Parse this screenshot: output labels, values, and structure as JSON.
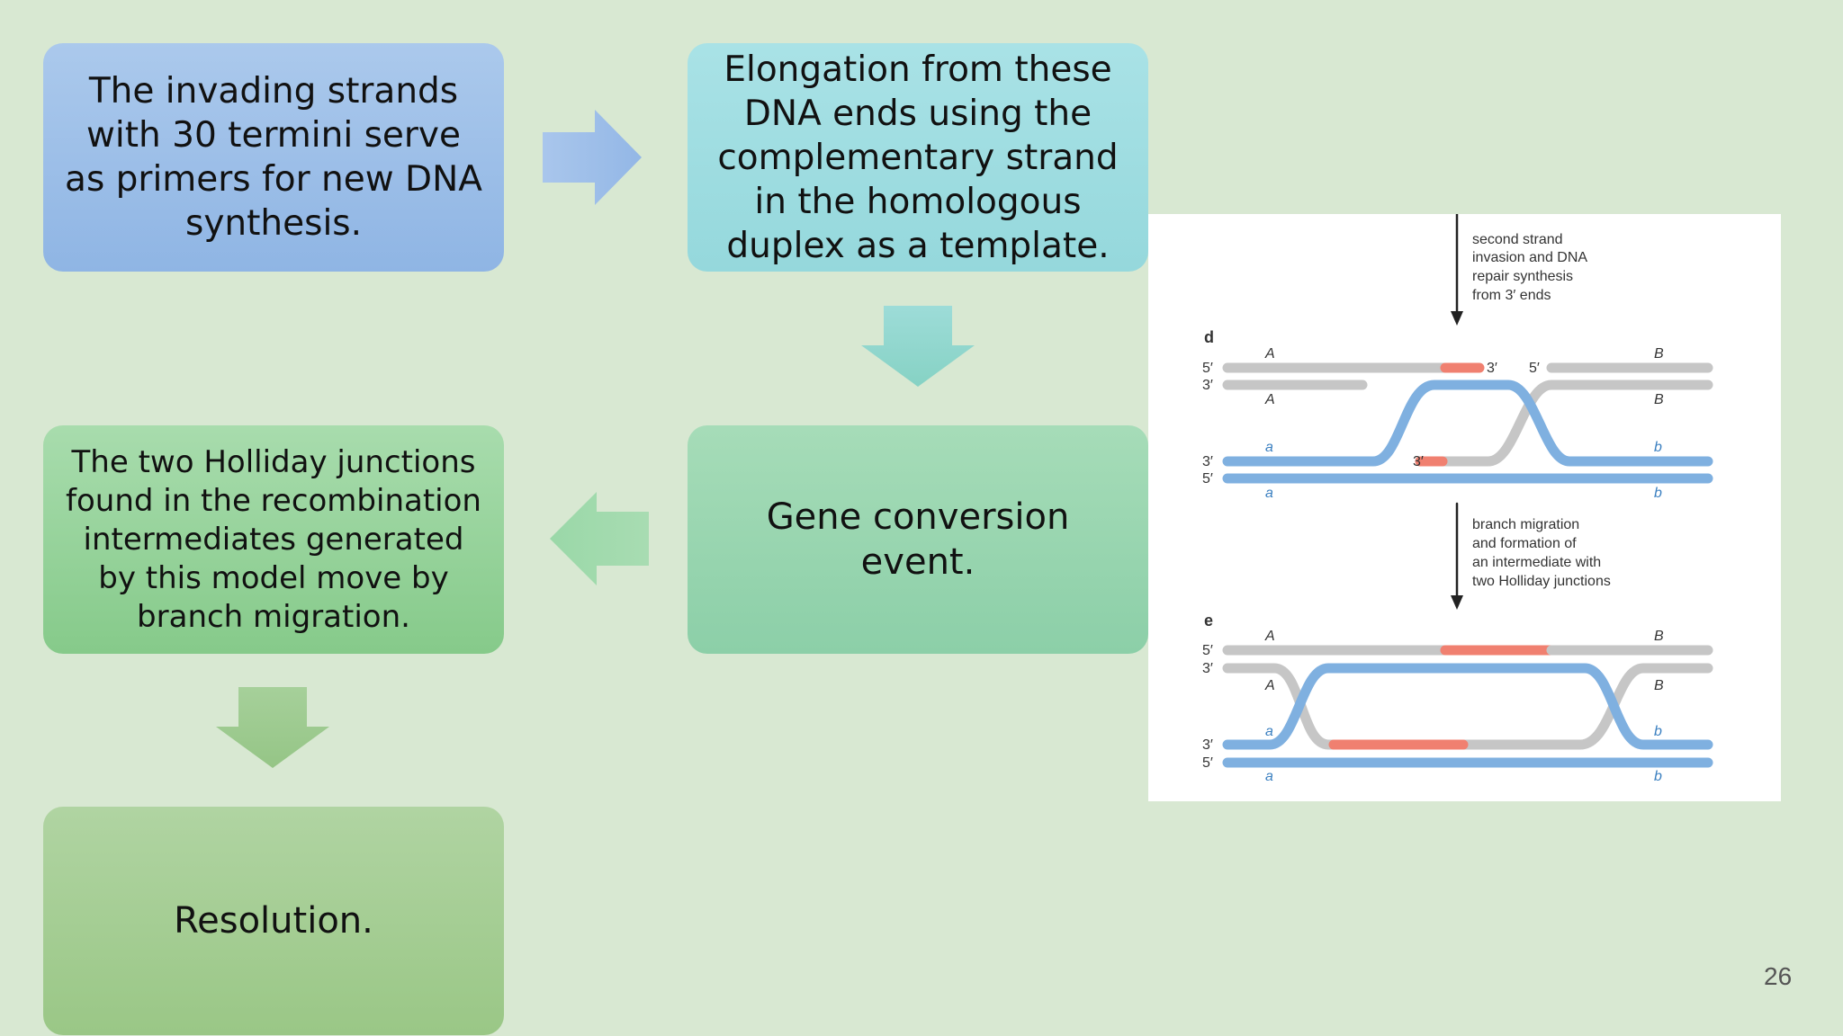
{
  "boxes": {
    "invading": "The invading strands with 30 termini serve as primers for new DNA synthesis.",
    "elongation": "Elongation from these DNA ends using the complementary strand in the homologous duplex as a template.",
    "holliday": "The two Holliday junctions found in the recombination intermediates generated by this model move by branch migration.",
    "gene_conversion": "Gene conversion event.",
    "resolution": "Resolution."
  },
  "figure": {
    "step_text_1": [
      "second strand",
      "invasion and DNA",
      "repair synthesis",
      "from 3′ ends"
    ],
    "step_text_2": [
      "branch migration",
      "and formation of",
      "an intermediate with",
      "two Holliday junctions"
    ],
    "panel_d": "d",
    "panel_e": "e",
    "label_5p": "5′",
    "label_3p": "3′",
    "label_A": "A",
    "label_B": "B",
    "label_a": "a",
    "label_b": "b"
  },
  "colors": {
    "grey_strand": "#c6c6c6",
    "blue_strand": "#7fb0e0",
    "red_strand": "#f08070"
  },
  "page_number": "26"
}
